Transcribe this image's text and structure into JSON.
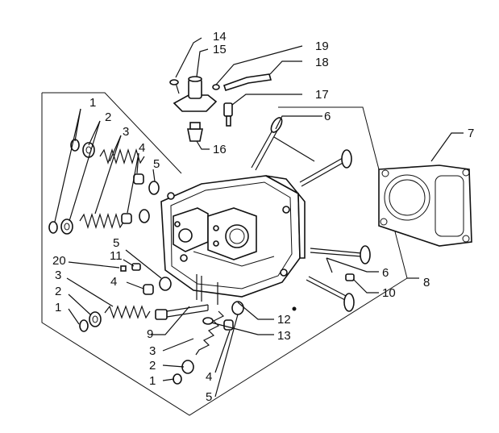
{
  "diagram": {
    "labels": [
      {
        "id": "l1a",
        "text": "1"
      },
      {
        "id": "l2a",
        "text": "2"
      },
      {
        "id": "l3a",
        "text": "3"
      },
      {
        "id": "l4a",
        "text": "4"
      },
      {
        "id": "l5a",
        "text": "5"
      },
      {
        "id": "l5b",
        "text": "5"
      },
      {
        "id": "l20",
        "text": "20"
      },
      {
        "id": "l11",
        "text": "11"
      },
      {
        "id": "l4b",
        "text": "4"
      },
      {
        "id": "l3b",
        "text": "3"
      },
      {
        "id": "l2b",
        "text": "2"
      },
      {
        "id": "l1b",
        "text": "1"
      },
      {
        "id": "l9",
        "text": "9"
      },
      {
        "id": "l3c",
        "text": "3"
      },
      {
        "id": "l2c",
        "text": "2"
      },
      {
        "id": "l1c",
        "text": "1"
      },
      {
        "id": "l4c",
        "text": "4"
      },
      {
        "id": "l5c",
        "text": "5"
      },
      {
        "id": "l12",
        "text": "12"
      },
      {
        "id": "l13",
        "text": "13"
      },
      {
        "id": "l14",
        "text": "14"
      },
      {
        "id": "l15",
        "text": "15"
      },
      {
        "id": "l19",
        "text": "19"
      },
      {
        "id": "l18",
        "text": "18"
      },
      {
        "id": "l17",
        "text": "17"
      },
      {
        "id": "l16",
        "text": "16"
      },
      {
        "id": "l6a",
        "text": "6"
      },
      {
        "id": "l7",
        "text": "7"
      },
      {
        "id": "l6b",
        "text": "6"
      },
      {
        "id": "l10",
        "text": "10"
      },
      {
        "id": "l8",
        "text": "8"
      }
    ]
  }
}
